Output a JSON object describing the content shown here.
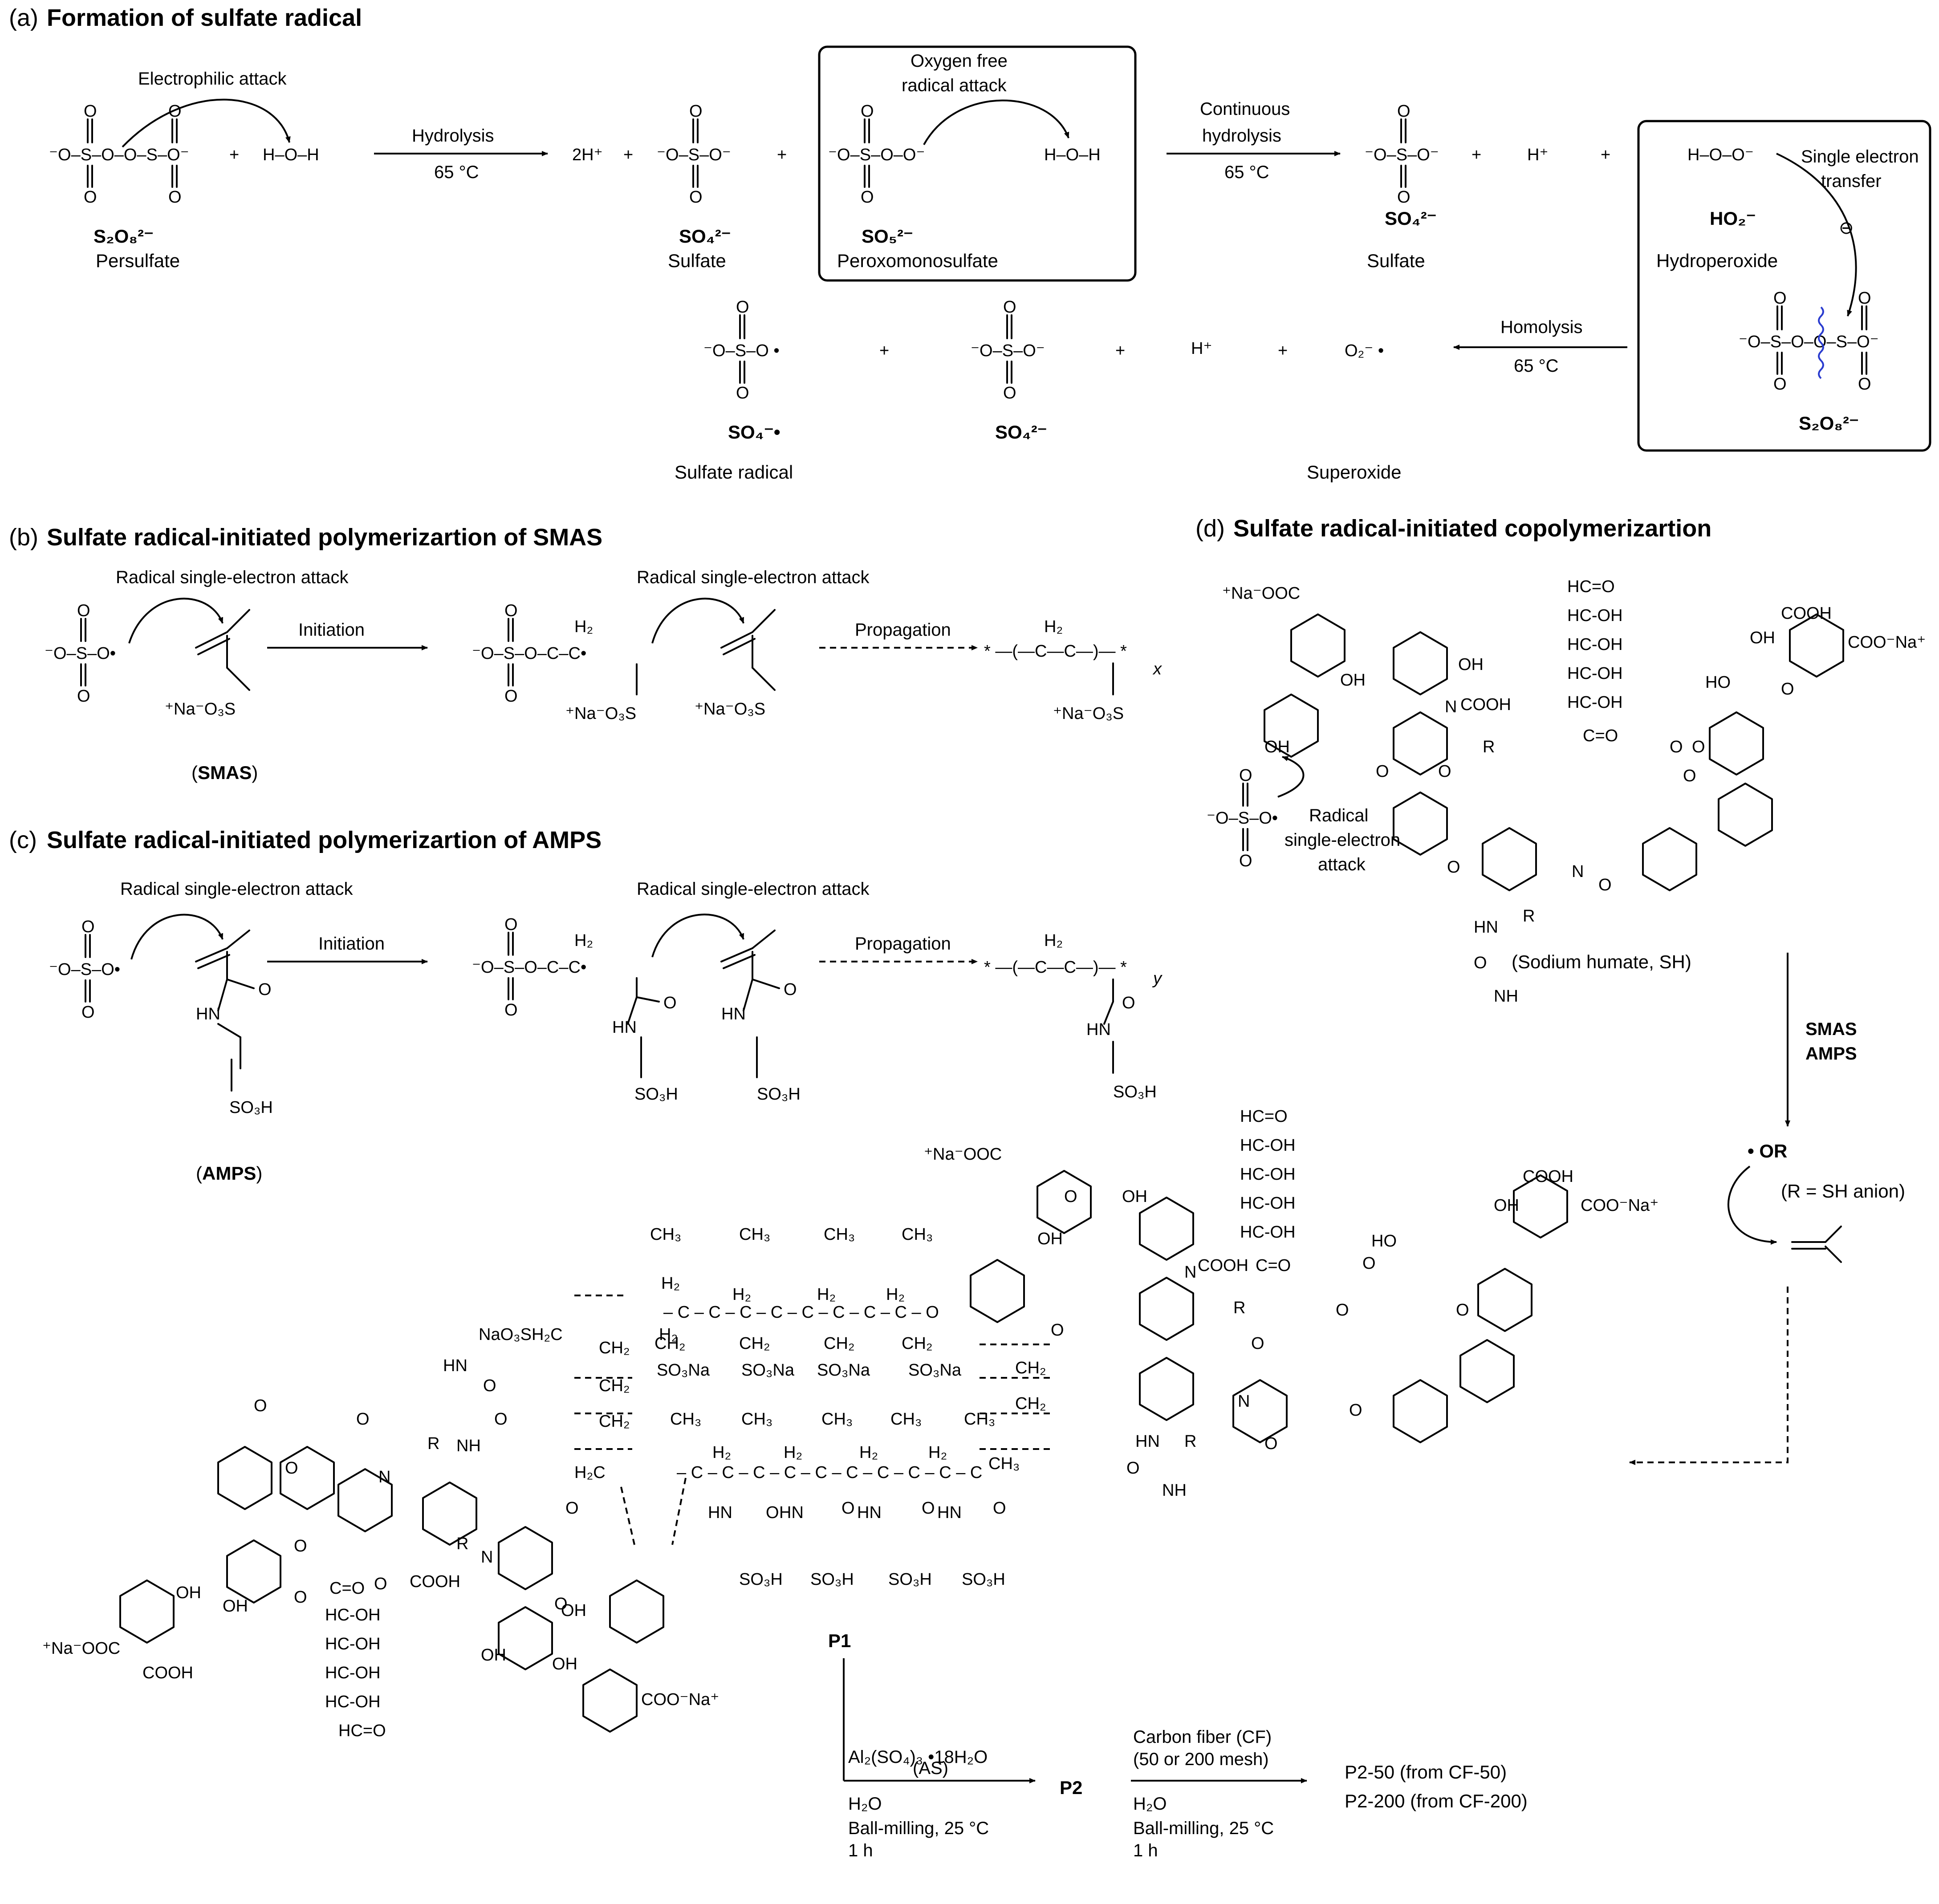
{
  "sections": {
    "a": {
      "letter": "(a)",
      "title": "Formation of sulfate radical"
    },
    "b": {
      "letter": "(b)",
      "title": "Sulfate radical-initiated polymerizartion of SMAS"
    },
    "c": {
      "letter": "(c)",
      "title": "Sulfate radical-initiated polymerizartion of AMPS"
    },
    "d": {
      "letter": "(d)",
      "title": "Sulfate radical-initiated copolymerizartion"
    }
  },
  "section_a": {
    "electrophilic": "Electrophilic attack",
    "hydrolysis": "Hydrolysis",
    "temp": "65 °C",
    "two_h": "2H⁺",
    "plus": "+",
    "oxygen_attack_1": "Oxygen free",
    "oxygen_attack_2": "radical attack",
    "continuous_1": "Continuous",
    "continuous_2": "hydrolysis",
    "h_plus": "H⁺",
    "single_electron_1": "Single electron",
    "single_electron_2": "transfer",
    "homolysis": "Homolysis",
    "persulfate_formula": "S₂O₈²⁻",
    "persulfate_name": "Persulfate",
    "sulfate_formula": "SO₄²⁻",
    "sulfate_name": "Sulfate",
    "peroxo_formula": "SO₅²⁻",
    "peroxo_name": "Peroxomonosulfate",
    "hydroperoxide_formula": "HO₂⁻",
    "hydroperoxide_name": "Hydroperoxide",
    "radical_formula": "SO₄⁻•",
    "radical_name": "Sulfate radical",
    "superoxide_formula": "O₂⁻ •",
    "superoxide_name": "Superoxide",
    "minus": "⊖"
  },
  "section_b": {
    "attack": "Radical single-electron attack",
    "initiation": "Initiation",
    "propagation": "Propagation",
    "monomer_group": "⁺Na⁻O₃S",
    "monomer_name": "SMAS",
    "subscript": "x"
  },
  "section_c": {
    "attack": "Radical single-electron attack",
    "initiation": "Initiation",
    "propagation": "Propagation",
    "amide_n": "HN",
    "carbonyl_o": "O",
    "sulfonic": "SO₃H",
    "monomer_name": "AMPS",
    "subscript": "y"
  },
  "section_d": {
    "attack_1": "Radical",
    "attack_2": "single-electron",
    "attack_3": "attack",
    "sh_name": "(Sodium humate, SH)",
    "reagents_1": "SMAS",
    "reagents_2": "AMPS",
    "or_label": "• OR",
    "r_def": "(R = SH anion)"
  },
  "humate_labels": {
    "carboxylate": "⁺Na⁻OOC",
    "carboxylate_r": "COO⁻Na⁺",
    "cooh": "COOH",
    "oh": "OH",
    "ho": "HO",
    "aldehyde": "HC=O",
    "hcoh": "HC-OH",
    "co": "C=O",
    "o": "O",
    "n": "N",
    "r": "R",
    "hn": "HN",
    "nh": "NH"
  },
  "p1": {
    "label": "P1",
    "ch3": "CH₃",
    "ch2": "CH₂",
    "h2": "H₂",
    "c": "C",
    "so3na": "SO₃Na",
    "so3h": "SO₃H",
    "naso3": "NaO₃SH₂C",
    "hn": "HN",
    "o": "O"
  },
  "final_steps": {
    "reagent_1": "Al₂(SO₄)₃ •18H₂O",
    "reagent_1b": "(AS)",
    "solvent": "H₂O",
    "milling": "Ball-milling, 25 °C",
    "time": "1 h",
    "p2": "P2",
    "reagent_2": "Carbon fiber (CF)",
    "mesh": "(50 or 200 mesh)",
    "product_1": "P2-50 (from CF-50)",
    "product_2": "P2-200 (from CF-200)"
  }
}
